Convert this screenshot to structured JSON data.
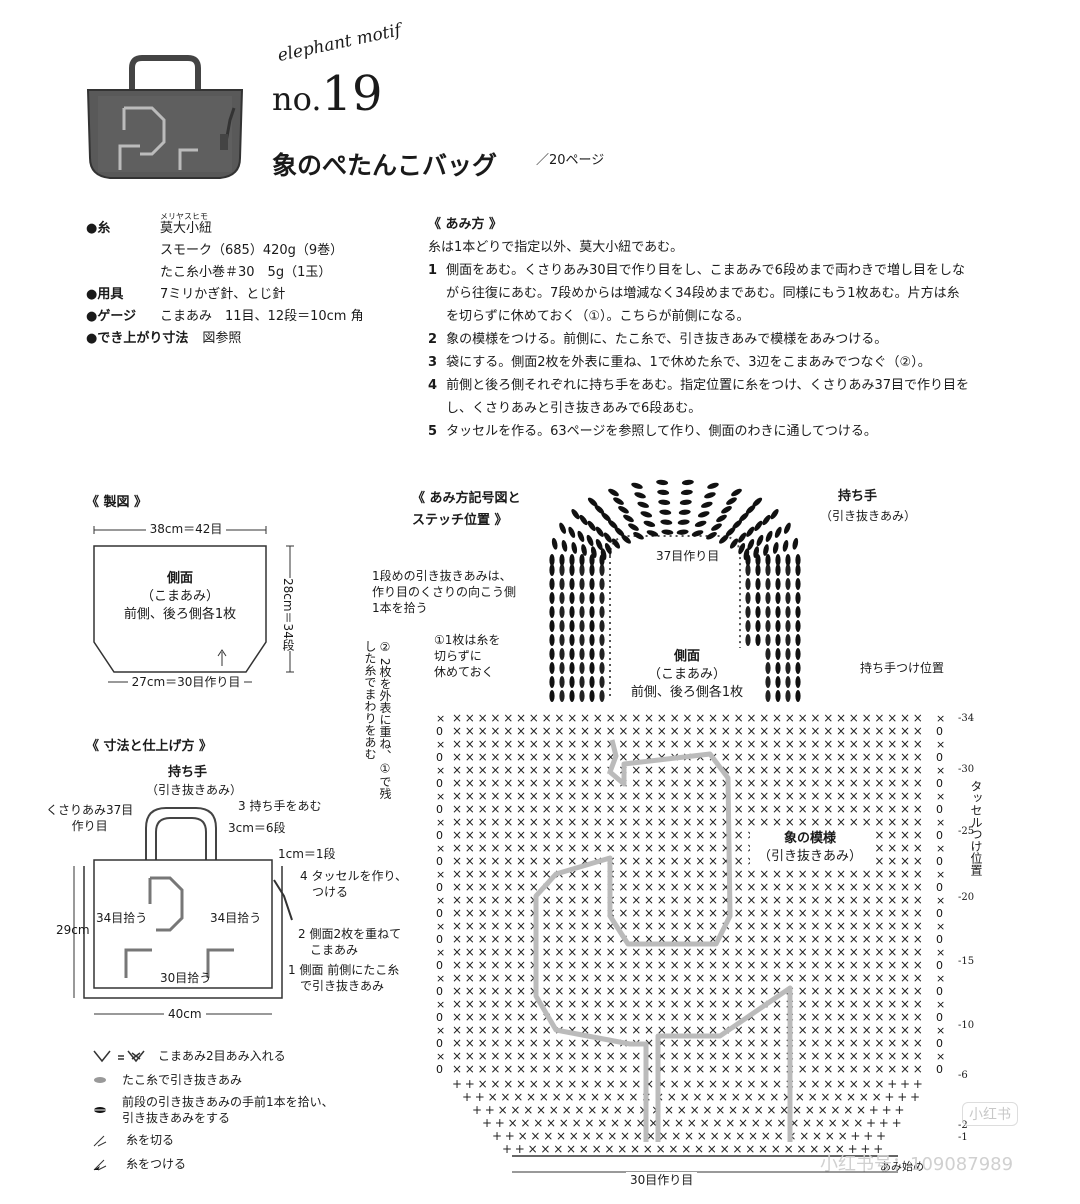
{
  "header": {
    "motif": "elephant motif",
    "no_prefix": "no.",
    "no_number": "19",
    "title": "象のぺたんこバッグ",
    "page_ref": "／20ページ"
  },
  "specs": {
    "yarn_label": "●糸",
    "yarn_ruby": "メリヤスヒモ",
    "yarn_name": "莫大小紐",
    "yarn_line1": "スモーク（685）420g（9巻）",
    "yarn_line2": "たこ糸小巻＃30　5g（1玉）",
    "tools_label": "●用具",
    "tools_value": "7ミリかぎ針、とじ針",
    "gauge_label": "●ゲージ",
    "gauge_value": "こまあみ　11目、12段＝10cm 角",
    "size_label": "●でき上がり寸法",
    "size_value": "図参照"
  },
  "method": {
    "title": "《 あみ方 》",
    "intro": "糸は1本どりで指定以外、莫大小紐であむ。",
    "steps": [
      {
        "num": "1",
        "lines": [
          "側面をあむ。くさりあみ30目で作り目をし、こまあみで6段めまで両わきで増し目をしな",
          "がら往復にあむ。7段めからは増減なく34段めまであむ。同様にもう1枚あむ。片方は糸",
          "を切らずに休めておく（①）。こちらが前側になる。"
        ]
      },
      {
        "num": "2",
        "lines": [
          "象の模様をつける。前側に、たこ糸で、引き抜きあみで模様をあみつける。"
        ]
      },
      {
        "num": "3",
        "lines": [
          "袋にする。側面2枚を外表に重ね、1で休めた糸で、3辺をこまあみでつなぐ（②）。"
        ]
      },
      {
        "num": "4",
        "lines": [
          "前側と後ろ側それぞれに持ち手をあむ。指定位置に糸をつけ、くさりあみ37目で作り目を",
          "し、くさりあみと引き抜きあみで6段あむ。"
        ]
      },
      {
        "num": "5",
        "lines": [
          "タッセルを作る。63ページを参照して作り、側面のわきに通してつける。"
        ]
      }
    ]
  },
  "seizu": {
    "title": "《 製図 》",
    "top": "38cm＝42目",
    "name": "側面",
    "stitch": "（こまあみ）",
    "count": "前側、後ろ側各1枚",
    "height": "28cm＝34段",
    "bottom": "27cm＝30目作り目"
  },
  "finish": {
    "title": "《 寸法と仕上げ方 》",
    "handle": "持ち手",
    "handle_sub": "（引き抜きあみ）",
    "chain": "くさりあみ37目\n作り目",
    "step3": "3 持ち手をあむ",
    "d3cm": "3cm＝6段",
    "d1cm": "1cm＝1段",
    "step4": "4 タッセルを作り、\n　つける",
    "h29": "29cm",
    "pick_l": "34目拾う",
    "pick_r": "34目拾う",
    "step2": "2 側面2枚を重ねて\n　こまあみ",
    "pick_b": "30目拾う",
    "step1": "1 側面 前側にたこ糸\n　で引き抜きあみ",
    "w40": "40cm"
  },
  "legend": [
    {
      "sym": "＝",
      "text": "こまあみ2目あみ入れる"
    },
    {
      "sym": "＝",
      "text": "たこ糸で引き抜きあみ"
    },
    {
      "sym": "＝",
      "text": "前段の引き抜きあみの手前1本を拾い、\n引き抜きあみをする"
    },
    {
      "sym": "＝",
      "text": "糸を切る"
    },
    {
      "sym": "＝",
      "text": "糸をつける"
    }
  ],
  "chart": {
    "title1": "《 あみ方記号図と",
    "title2": "ステッチ位置 》",
    "handle": "持ち手",
    "handle_sub": "（引き抜きあみ）",
    "chain37": "37目作り目",
    "note1": "1段めの引き抜きあみは、\n作り目のくさりの向こう側\n1本を拾う",
    "note_keep": "①1枚は糸を\n切らずに\n休めておく",
    "note_v": "② 2枚を外表に重ね、①で残した糸でまわりをあむ",
    "side": "側面",
    "side_stitch": "（こまあみ）",
    "side_count": "前側、後ろ側各1枚",
    "handle_pos": "持ち手つけ位置",
    "motif": "象の模様",
    "motif_sub": "（引き抜きあみ）",
    "tassel": "タッセルつけ位置",
    "rows": [
      "34",
      "30",
      "25",
      "20",
      "15",
      "10",
      "6",
      "2",
      "1"
    ],
    "start": "あみ始め",
    "bottom": "30目作り目",
    "watermark": "小红书",
    "watermark_id": "小红书号：109087989"
  }
}
